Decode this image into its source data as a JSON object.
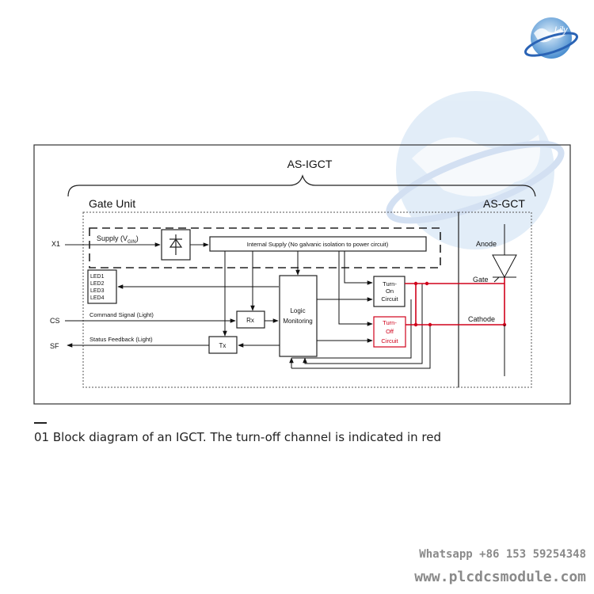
{
  "diagram": {
    "main_title": "AS-IGCT",
    "gate_unit_title": "Gate Unit",
    "gct_title": "AS-GCT",
    "labels": {
      "x1": "X1",
      "cs": "CS",
      "sf": "SF",
      "supply": "Supply (V",
      "supply_sub": "GIN",
      "supply_close": ")",
      "internal_supply": "Internal Supply (No galvanic isolation to power circuit)",
      "led1": "LED1",
      "led2": "LED2",
      "led3": "LED3",
      "led4": "LED4",
      "command_signal": "Command Signal (Light)",
      "status_feedback": "Status Feedback (Light)",
      "rx": "Rx",
      "tx": "Tx",
      "logic1": "Logic",
      "logic2": "Monitoring",
      "turn_on_1": "Turn-",
      "turn_on_2": "On",
      "turn_on_3": "Circuit",
      "turn_off_1": "Turn-",
      "turn_off_2": "Off",
      "turn_off_3": "Circuit",
      "anode": "Anode",
      "gate": "Gate",
      "cathode": "Cathode"
    },
    "colors": {
      "line": "#111111",
      "turn_off_channel": "#d0021b"
    }
  },
  "caption": {
    "text": "01 Block diagram of an IGCT. The turn-off channel is indicated in red"
  },
  "watermark": {
    "whatsapp": "Whatsapp +86 153 59254348",
    "website": "www.plcdcsmodule.com"
  },
  "logo": {
    "text": "Lily"
  }
}
